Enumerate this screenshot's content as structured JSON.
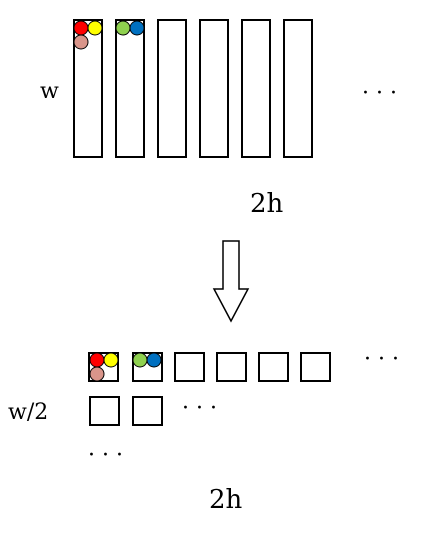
{
  "top": {
    "width_label": "w",
    "ellipsis": "· · ·",
    "length_label": "2h",
    "column_count": 6
  },
  "bottom": {
    "width_label": "w/2",
    "row1_box_count": 6,
    "row2_box_count": 2,
    "ellipsis_row1": "· · ·",
    "ellipsis_row2": "· · ·",
    "ellipsis_row3": "· · ·",
    "length_label": "2h"
  },
  "colors": {
    "red": "#ff0000",
    "yellow": "#ffff00",
    "pink": "#d9958a",
    "green": "#8fd14f",
    "blue": "#0070c0"
  }
}
